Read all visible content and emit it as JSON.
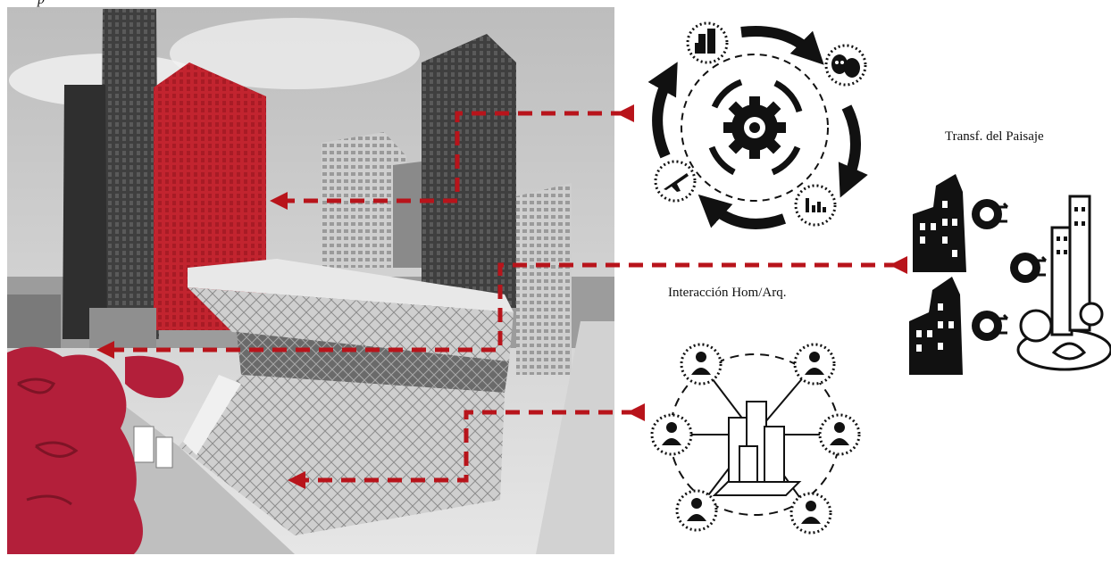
{
  "caption": {
    "top_text": "p"
  },
  "labels": {
    "landscape": "Transf. del Paisaje",
    "interaction": "Interacción Hom/Arq."
  },
  "colors": {
    "accent_red": "#b8141b",
    "highlight_red": "#c2242f",
    "black": "#111111",
    "gray_dark": "#3a3a3a",
    "gray_light": "#d6d6d6"
  },
  "icons": {
    "cycle_center": "gear-arrows-icon",
    "cycle_items": [
      "buildings-icon",
      "theater-masks-icon",
      "finance-chart-icon",
      "airplane-icon"
    ],
    "landscape": "urban-transformation-icon",
    "interaction_center": "city-buildings-icon",
    "interaction_people": [
      "person-icon",
      "person-icon",
      "person-icon",
      "person-icon",
      "person-icon",
      "person-icon"
    ]
  }
}
